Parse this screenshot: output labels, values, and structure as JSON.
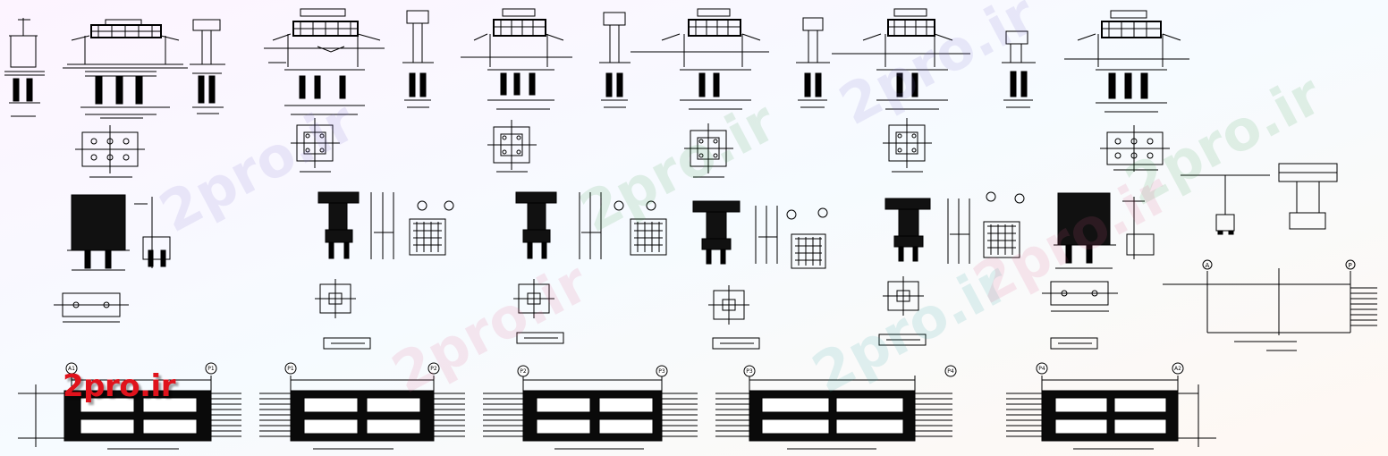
{
  "brand": {
    "logo_text": "2pro.ir",
    "watermark_text": "2pro.ir",
    "logo_color": "#e0121c"
  },
  "plan_labels": [
    {
      "left": "A1",
      "right": "P1"
    },
    {
      "left": "P1",
      "right": "P2"
    },
    {
      "left": "P2",
      "right": "P3"
    },
    {
      "left": "P3",
      "right": "P4"
    },
    {
      "left": "P4",
      "right": "A2"
    }
  ],
  "right_plan_labels": {
    "left": "A",
    "right": "P"
  }
}
